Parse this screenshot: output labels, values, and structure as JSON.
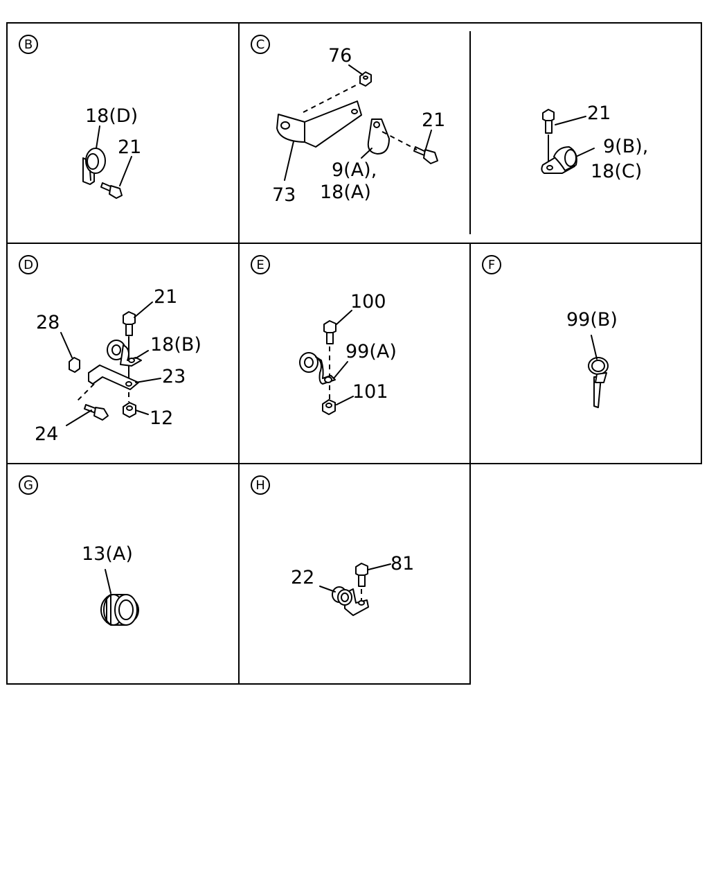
{
  "panels": {
    "b": {
      "letter": "B",
      "labels": [
        "18(D)",
        "21"
      ]
    },
    "c": {
      "letter": "C",
      "labels": [
        "76",
        "21",
        "73",
        "9(A),",
        "18(A)"
      ]
    },
    "c2": {
      "labels": [
        "21",
        "9(B),",
        "18(C)"
      ]
    },
    "d": {
      "letter": "D",
      "labels": [
        "21",
        "28",
        "18(B)",
        "23",
        "24",
        "12"
      ]
    },
    "e": {
      "letter": "E",
      "labels": [
        "100",
        "99(A)",
        "101"
      ]
    },
    "f": {
      "letter": "F",
      "labels": [
        "99(B)"
      ]
    },
    "g": {
      "letter": "G",
      "labels": [
        "13(A)"
      ]
    },
    "h": {
      "letter": "H",
      "labels": [
        "81",
        "22"
      ]
    }
  }
}
